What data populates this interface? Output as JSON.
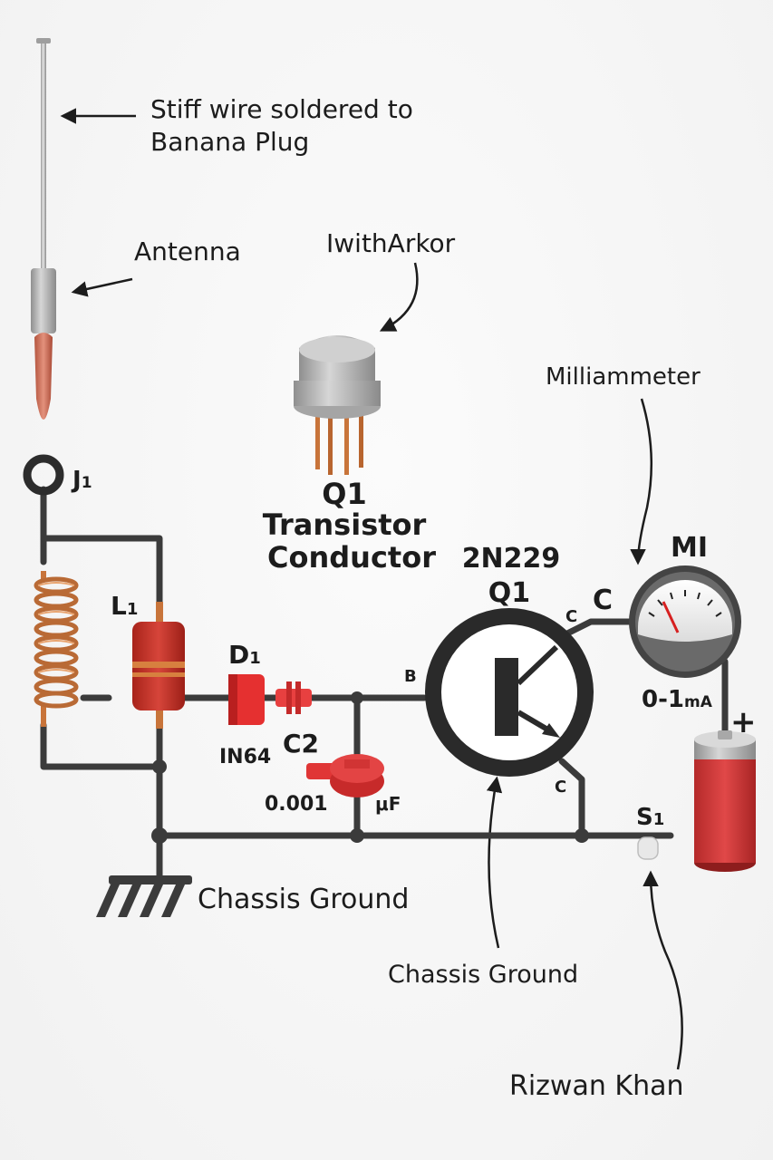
{
  "labels": {
    "wire_line1": "Stiff wire soldered to",
    "wire_line2": "Banana Plug",
    "antenna": "Antenna",
    "top_transistor_note": "IwithArkor",
    "q1_line1": "Q1",
    "q1_line2": "Transistor",
    "q1_line3": "Conductor",
    "part_number": "2N229",
    "q1_main": "Q1",
    "milliammeter": "Milliammeter",
    "meter_ref": "MI",
    "meter_range_main": "0-1",
    "meter_range_unit": "mA",
    "jack_ref": "J",
    "jack_sub": "1",
    "coil_ref": "L",
    "coil_sub": "1",
    "diode_ref": "D",
    "diode_sub": "1",
    "diode_part": "IN64",
    "cap_ref": "C2",
    "cap_value": "0.001",
    "cap_unit": "μF",
    "base_pin": "B",
    "collector_pin_small": "C",
    "collector_pin_big": "C",
    "emitter_pin": "C",
    "switch_ref": "S",
    "switch_sub": "1",
    "battery_plus": "+",
    "chassis_ground_left": "Chassis Ground",
    "chassis_ground_bottom": "Chassis Ground",
    "author": "Rizwan Khan"
  },
  "colors": {
    "wire": "#3b3b3b",
    "copper": "#c8743a",
    "component_red": "#d93030",
    "coil_form_red": "#b02a1e",
    "metal_gray": "#bdbdbd"
  }
}
